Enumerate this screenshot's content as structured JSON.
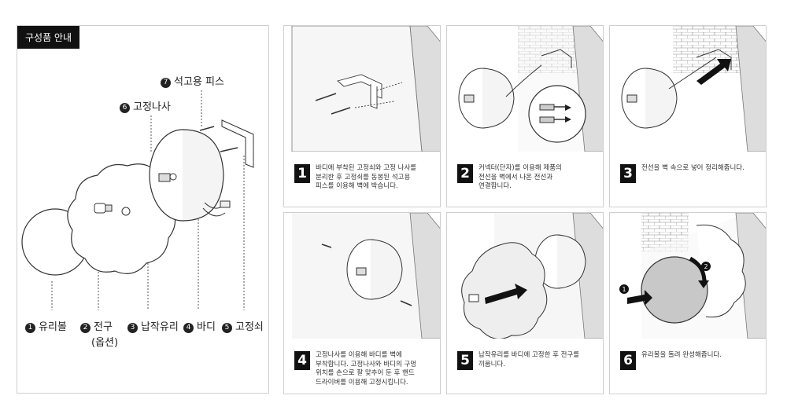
{
  "title": "구성품 안내",
  "components": [
    {
      "num": "1",
      "label": "유리볼"
    },
    {
      "num": "2",
      "label": "전구",
      "sub": "(옵션)"
    },
    {
      "num": "3",
      "label": "납작유리"
    },
    {
      "num": "4",
      "label": "바디"
    },
    {
      "num": "5",
      "label": "고정쇠"
    },
    {
      "num": "6",
      "label": "고정나사"
    },
    {
      "num": "7",
      "label": "석고용 피스"
    }
  ],
  "steps": [
    {
      "num": "1",
      "lines": [
        "바디에 부착된 고정쇠와 고정 나사를",
        "분리한 후 고정쇠를 동봉된 석고용",
        "피스를 이용해 벽에 박습니다."
      ]
    },
    {
      "num": "2",
      "lines": [
        "커넥터(단자)를 이용해 제품의",
        "전선을 벽에서 나온 전선과",
        "연결합니다."
      ]
    },
    {
      "num": "3",
      "lines": [
        "전선을 벽 속으로 넣어 정리해줍니다."
      ]
    },
    {
      "num": "4",
      "lines": [
        "고정나사를 이용해 바디를 벽에",
        "부착합니다. 고정나사와 바디의 구멍",
        "위치를 손으로 잘 맞추어 둔 후 핸드",
        "드라이버를 이용해 고정시킵니다."
      ]
    },
    {
      "num": "5",
      "lines": [
        "납작유리를 바디에 고정한 후 전구를",
        "끼웁니다."
      ]
    },
    {
      "num": "6",
      "lines": [
        "유리볼을 돌려 완성해줍니다."
      ]
    }
  ],
  "rotation_marks": [
    "1",
    "2"
  ]
}
